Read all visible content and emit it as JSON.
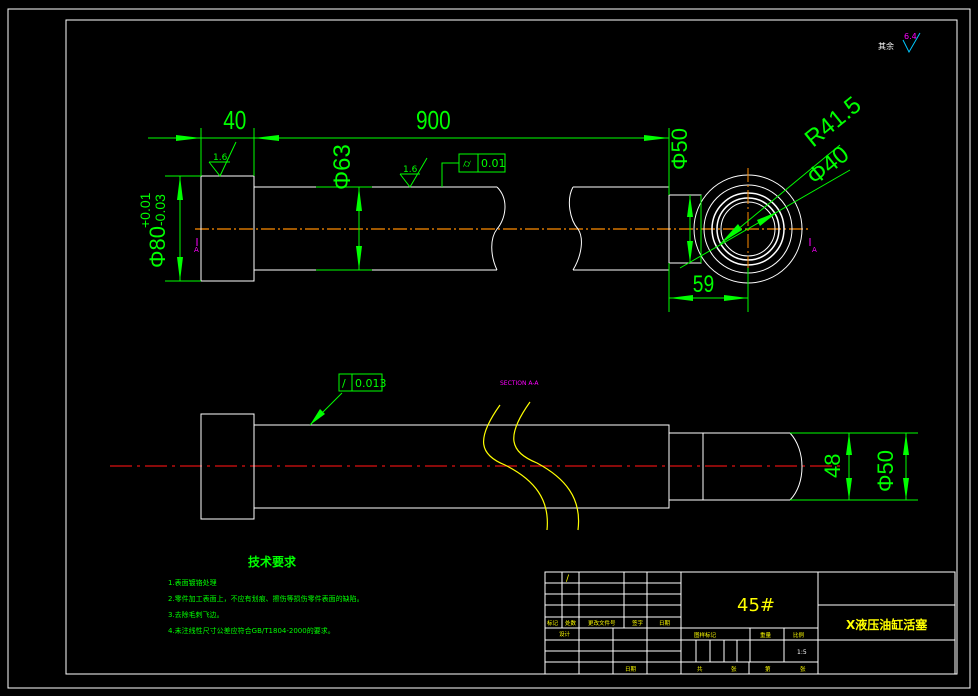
{
  "colors": {
    "background": "#000000",
    "outline": "#ffffff",
    "dimension": "#00ff00",
    "centerline": "#ff6a00",
    "section": "#ffff00",
    "marker": "#ff00ff",
    "tolerance": "#00ff00",
    "title_text": "#ffff00"
  },
  "roughness_note": {
    "label": "其余",
    "value": "6.4"
  },
  "dimensions": {
    "flange_length": "40",
    "shaft_length": "900",
    "shaft_diameter": "Φ63",
    "flange_diameter": "Φ80",
    "flange_tol_upper": "+0.01",
    "flange_tol_lower": "-0.03",
    "end_diameter_top": "Φ50",
    "end_length": "59",
    "radius": "R41.5",
    "circle_diameter": "Φ40",
    "inner_diameter": "48",
    "end_diameter_bottom": "Φ50"
  },
  "roughness_marks": [
    "1.6",
    "1.6"
  ],
  "tolerance_frames": [
    {
      "symbol": "⌭",
      "value": "0.01"
    },
    {
      "symbol": "/",
      "value": "0.013"
    }
  ],
  "section_label": "SECTION A-A",
  "section_marker": "A",
  "tech_requirements": {
    "title": "技术要求",
    "items": [
      "1.表面镀铬处理",
      "2.零件加工表面上，不应有划痕、擦伤等损伤零件表面的缺陷。",
      "3.去除毛刺飞边。",
      "4.未注线性尺寸公差应符合GB/T1804-2000的要求。"
    ]
  },
  "title_block": {
    "material": "45#",
    "part_name": "X液压油缸活塞",
    "scale": "1:5",
    "row_labels": [
      "标记",
      "处数",
      "更改文件号",
      "签字",
      "日期"
    ],
    "design_label": "设计",
    "stage_labels": [
      "图样标记",
      "重量",
      "比例"
    ],
    "sheet_labels": [
      "共",
      "张",
      "第",
      "张"
    ],
    "date_label": "日期",
    "slash_mark": "/"
  }
}
